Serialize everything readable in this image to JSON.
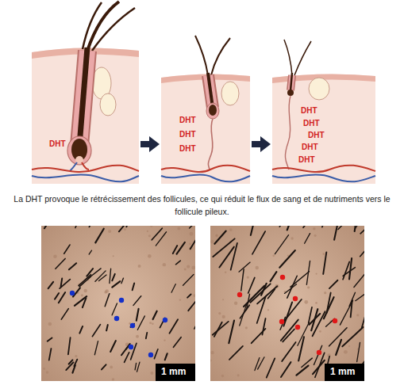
{
  "diagram": {
    "caption": "La DHT provoque le rétrécissement des follicules, ce qui réduit le flux de sang et de nutriments vers le follicule pileux.",
    "nodes": [
      {
        "text": [
          "DHT"
        ]
      },
      {
        "text": [
          "DHT",
          "DHT",
          "DHT"
        ]
      },
      {
        "text": [
          "DHT",
          "DHT",
          "DHT",
          "DHT",
          "DHT"
        ]
      },
      {
        "text": [
          "1 mm"
        ]
      },
      {
        "text": [
          "1 mm"
        ]
      }
    ],
    "edges": [
      {
        "from": 0,
        "to": 1,
        "arrow": "to"
      },
      {
        "from": 1,
        "to": 2,
        "arrow": "to"
      }
    ]
  }
}
